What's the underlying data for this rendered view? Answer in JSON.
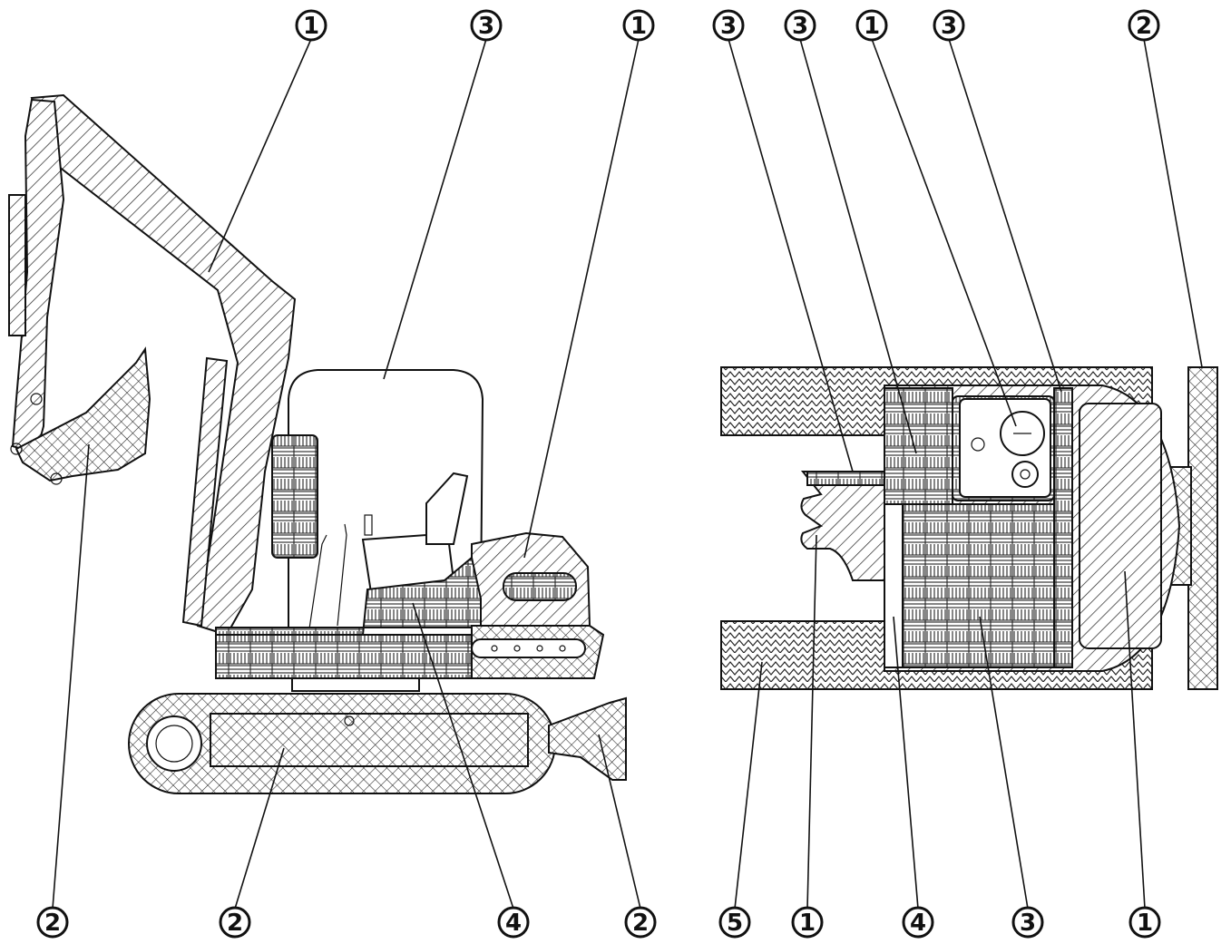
{
  "diagram": {
    "description_labels": [],
    "callouts": {
      "side_view_top": [
        "1",
        "3",
        "1"
      ],
      "side_view_bottom": [
        "2",
        "2",
        "4",
        "2"
      ],
      "top_view_top": [
        "3",
        "3",
        "1",
        "3",
        "2"
      ],
      "top_view_bottom": [
        "5",
        "1",
        "4",
        "3",
        "1"
      ]
    },
    "hatch_legend": {
      "1": "diagonal-hatch",
      "2": "cross-hatch",
      "3": "basket-weave",
      "4": "plain",
      "5": "herringbone"
    },
    "colors": {
      "ink": "#111111",
      "paper": "#ffffff"
    }
  }
}
